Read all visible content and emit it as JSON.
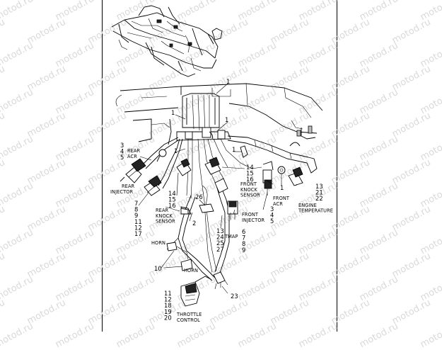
{
  "watermark": "motod.ru",
  "callouts": [
    {
      "id": "c1a",
      "text": "1"
    },
    {
      "id": "c1b",
      "text": "1"
    },
    {
      "id": "c1c",
      "text": "1"
    },
    {
      "id": "c1d",
      "text": "1"
    },
    {
      "id": "c1e",
      "text": "1"
    },
    {
      "id": "c1f",
      "text": "1"
    },
    {
      "id": "c2",
      "text": "2"
    },
    {
      "id": "c26",
      "text": "26"
    },
    {
      "id": "c23",
      "text": "23"
    },
    {
      "id": "c10",
      "text": "10"
    }
  ],
  "label_groups": [
    {
      "id": "rear-acr",
      "numbers": [
        "3",
        "4",
        "5"
      ],
      "name": [
        "REAR",
        "ACR"
      ]
    },
    {
      "id": "rear-injector",
      "numbers": [
        "7",
        "8",
        "9",
        "11",
        "12",
        "17"
      ],
      "name": [
        "REAR",
        "INJECTOR"
      ]
    },
    {
      "id": "rear-knock",
      "numbers": [
        "14",
        "15",
        "16"
      ],
      "name": [
        "REAR",
        "KNOCK",
        "SENSOR"
      ]
    },
    {
      "id": "front-knock",
      "numbers": [
        "14",
        "15",
        "16"
      ],
      "name": [
        "FRONT",
        "KNOCK",
        "SENSOR"
      ]
    },
    {
      "id": "front-acr",
      "numbers": [
        "3",
        "4",
        "5"
      ],
      "name": [
        "FRONT",
        "ACR"
      ]
    },
    {
      "id": "engine-temp",
      "numbers": [
        "13",
        "21",
        "22"
      ],
      "name": [
        "ENGINE",
        "TEMPERATURE"
      ]
    },
    {
      "id": "front-injector",
      "numbers": [
        "6",
        "7",
        "8",
        "9"
      ],
      "name": [
        "FRONT",
        "INJECTOR"
      ]
    },
    {
      "id": "tmap",
      "numbers": [
        "13",
        "24",
        "25",
        "27"
      ],
      "name": [
        "TMAP"
      ]
    },
    {
      "id": "throttle",
      "numbers": [
        "11",
        "12",
        "18",
        "19",
        "20"
      ],
      "name": [
        "THROTTLE",
        "CONTROL"
      ]
    }
  ],
  "horn_labels": [
    "HORN",
    "HORN"
  ]
}
